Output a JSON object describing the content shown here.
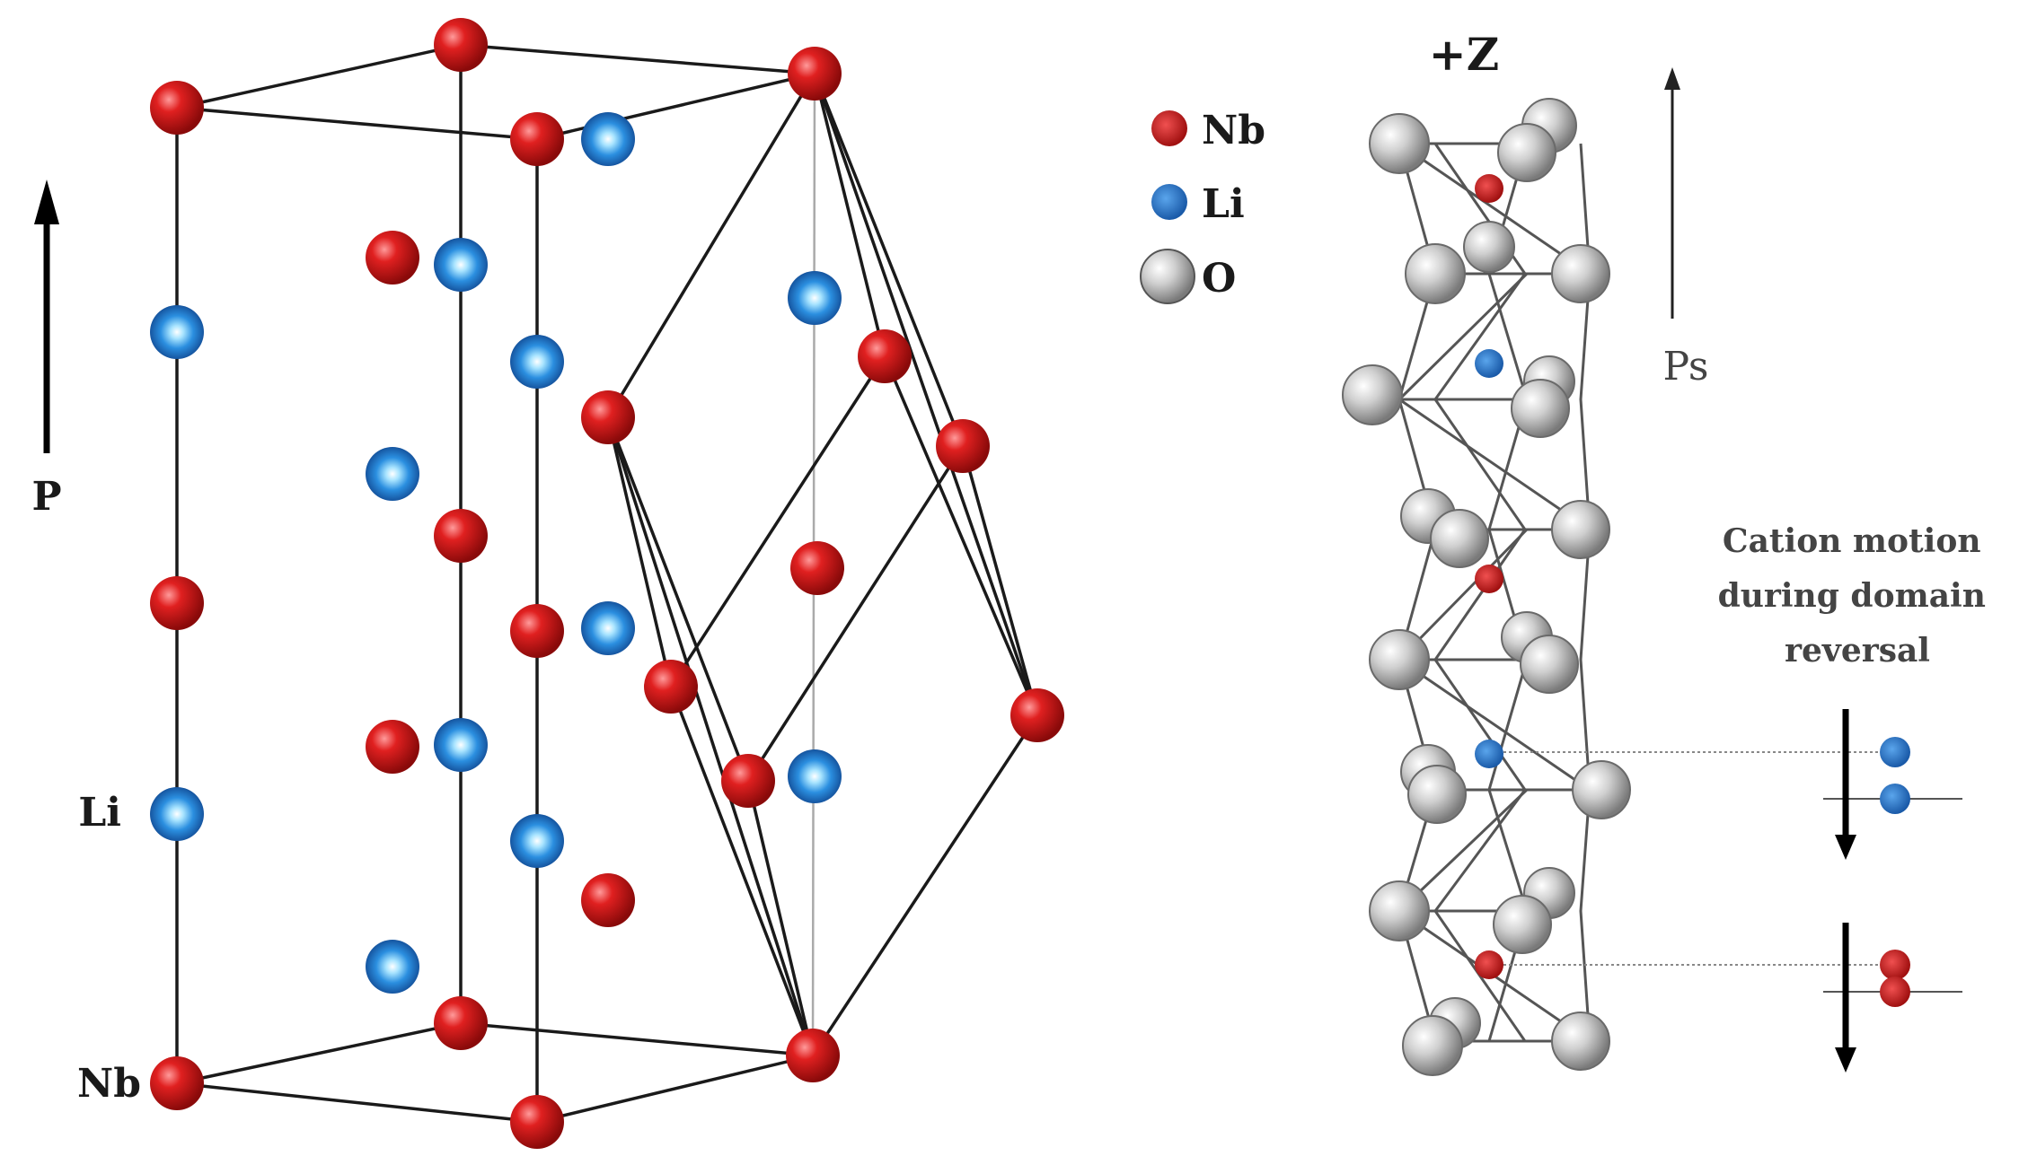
{
  "left_panel": {
    "polarization_label": "P",
    "li_label": "Li",
    "nb_label": "Nb"
  },
  "legend": {
    "items": [
      {
        "label": "Nb",
        "color": "#d81d1d"
      },
      {
        "label": "Li",
        "color": "#1e6fd0"
      },
      {
        "label": "O",
        "color": "#c8c8c8"
      }
    ]
  },
  "right_panel": {
    "top_label": "+Z",
    "ps_label": "Ps",
    "cation_motion_lines": [
      "Cation motion",
      "during domain",
      "reversal"
    ]
  },
  "colors": {
    "nb": "#d81d1d",
    "li": "#1e6fd0",
    "o": "#c8c8c8",
    "bond": "#1a1a1a"
  }
}
